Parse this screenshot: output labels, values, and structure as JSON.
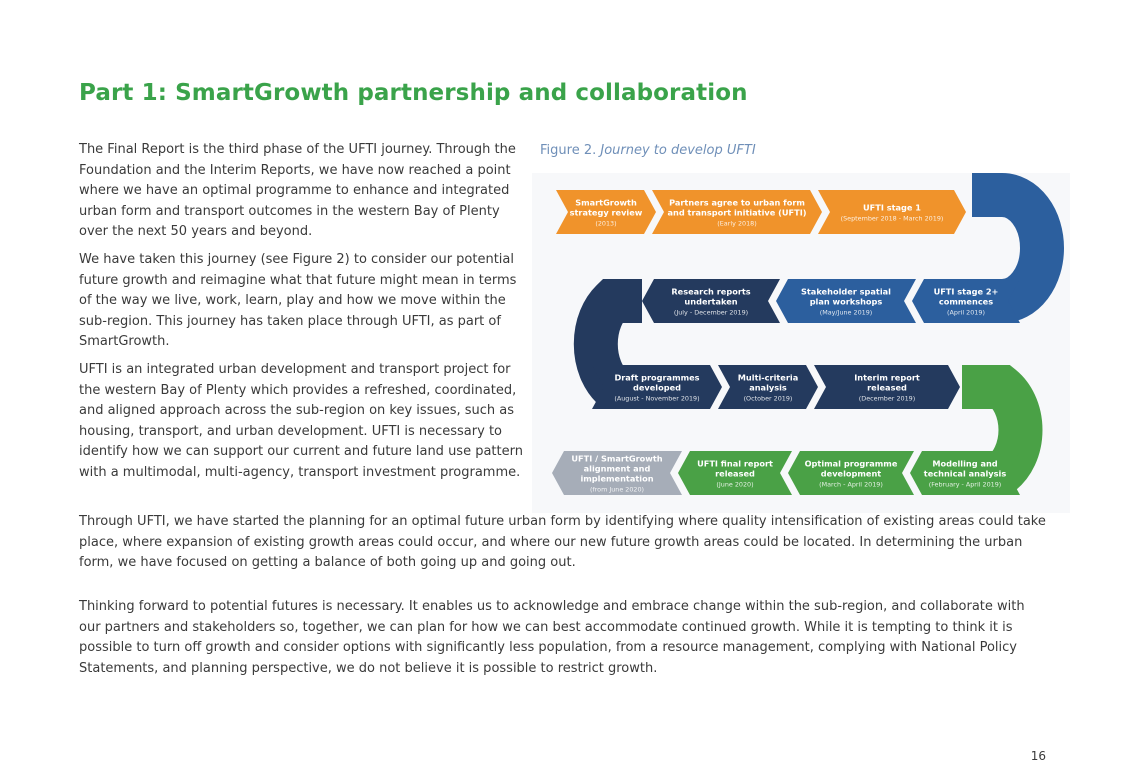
{
  "heading": "Part 1: SmartGrowth partnership and collaboration",
  "paragraphs": [
    "The Final Report is the third phase of the UFTI journey. Through the Foundation and the Interim Reports, we have now reached a point where we have an optimal programme to enhance and integrated urban form and transport outcomes in the western Bay of Plenty over the next 50 years and beyond.",
    "We have taken this journey (see Figure 2) to consider our potential future growth and reimagine what that future might mean in terms of the way we live, work, learn, play and how we move within the sub-region. This journey has taken place through UFTI, as part of SmartGrowth.",
    "UFTI is an integrated urban development and transport project for the western Bay of Plenty which provides a refreshed, coordinated, and aligned approach across the sub-region on key issues, such as housing, transport, and urban development. UFTI is necessary to identify how we can support our current and future land use pattern with a multimodal, multi-agency, transport investment programme.",
    "Through UFTI, we have started the planning for an optimal future urban form by identifying where quality intensification of existing areas could take place, where expansion of existing growth areas could occur, and where our new future growth areas could be located. In determining the urban form, we have focused on getting a balance of both going up and going out.",
    "Thinking forward to potential futures is necessary. It enables us to acknowledge and embrace change within the sub-region, and collaborate with our partners and stakeholders so, together, we can plan for how we can best accommodate continued growth. While it is tempting to think it is possible to turn off growth and consider options with significantly less population, from a resource management, complying with National Policy Statements, and planning perspective, we do not believe it is possible to restrict growth."
  ],
  "figure": {
    "caption_prefix": "Figure 2.",
    "caption_title": "Journey to develop UFTI",
    "colors": {
      "orange": "#f0932b",
      "blue": "#2c5f9e",
      "navy": "#243a5e",
      "green": "#4aa146",
      "grey": "#a6adb8"
    },
    "steps": [
      {
        "title": [
          "SmartGrowth",
          "strategy review"
        ],
        "date": "(2013)"
      },
      {
        "title": [
          "Partners agree to urban form",
          "and transport initiative (UFTI)"
        ],
        "date": "(Early 2018)"
      },
      {
        "title": [
          "UFTI stage 1"
        ],
        "date": "(September 2018 - March 2019)"
      },
      {
        "title": [
          "UFTI stage 2+",
          "commences"
        ],
        "date": "(April 2019)"
      },
      {
        "title": [
          "Stakeholder spatial",
          "plan workshops"
        ],
        "date": "(May/June 2019)"
      },
      {
        "title": [
          "Research reports",
          "undertaken"
        ],
        "date": "(July - December 2019)"
      },
      {
        "title": [
          "Draft programmes",
          "developed"
        ],
        "date": "(August - November 2019)"
      },
      {
        "title": [
          "Multi-criteria",
          "analysis"
        ],
        "date": "(October 2019)"
      },
      {
        "title": [
          "Interim report",
          "released"
        ],
        "date": "(December 2019)"
      },
      {
        "title": [
          "Modelling and",
          "technical analysis"
        ],
        "date": "(February - April 2019)"
      },
      {
        "title": [
          "Optimal programme",
          "development"
        ],
        "date": "(March - April 2019)"
      },
      {
        "title": [
          "UFTI final report",
          "released"
        ],
        "date": "(June 2020)"
      },
      {
        "title": [
          "UFTI  / SmartGrowth",
          "alignment and",
          "implementation"
        ],
        "date": "(from June 2020)"
      }
    ]
  },
  "page_number": "16"
}
